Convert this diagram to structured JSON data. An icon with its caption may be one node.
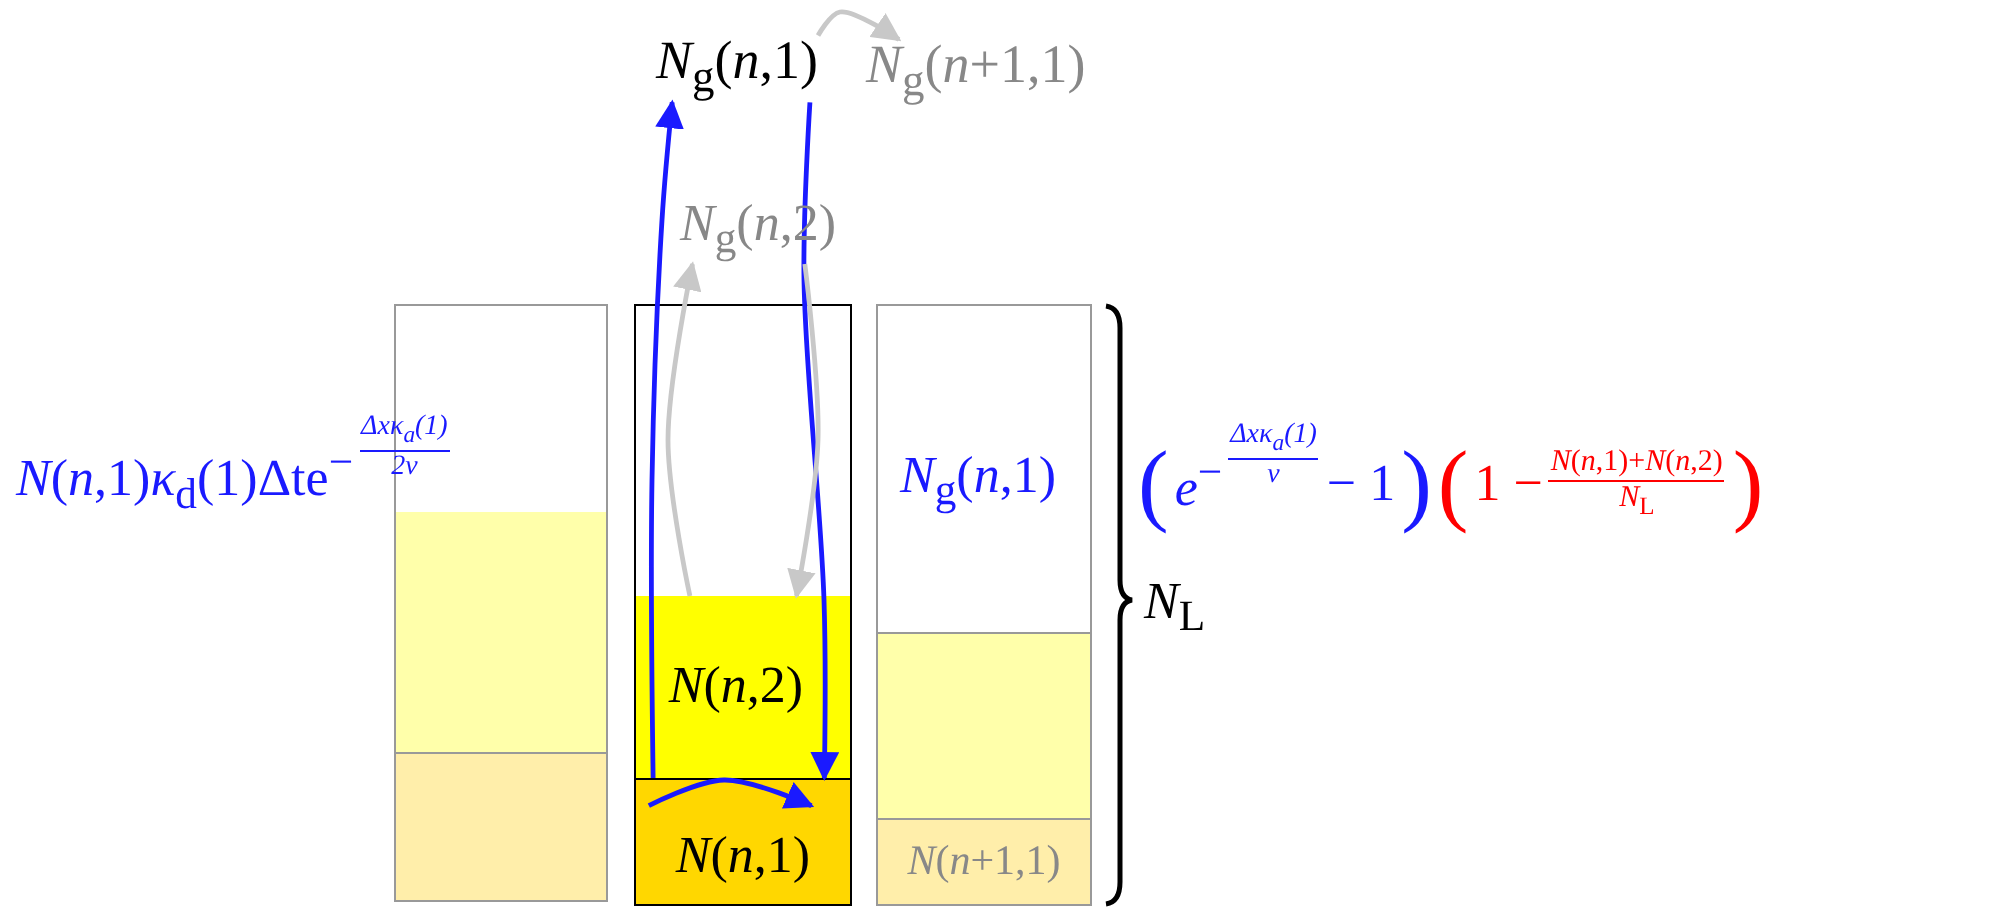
{
  "diagram": {
    "nodes": [
      {
        "text": [
          "*N*$_{g}$(*n*,1)"
        ]
      },
      {
        "text": [
          "*N*$_{g}$(*n*+1,1)"
        ]
      },
      {
        "text": [
          "*N*$_{g}$(*n*,2)"
        ]
      },
      {
        "text": [],
        "shape": "bar"
      },
      {
        "text": [],
        "shape": "bar"
      },
      {
        "text": [
          "*N*(*n*,2)"
        ],
        "in": 4
      },
      {
        "text": [
          "*N*(*n*,1)"
        ],
        "in": 4
      },
      {
        "text": [],
        "shape": "bar"
      },
      {
        "text": [
          "*N*(*n*+1,1)"
        ],
        "in": 7
      }
    ],
    "edges": [
      {
        "from": 6,
        "to": 0,
        "arrow": "to",
        "color": "#1a1aff"
      },
      {
        "from": 0,
        "to": 6,
        "arrow": "to",
        "color": "#1a1aff"
      },
      {
        "from": 6,
        "to": 6,
        "arrow": "to",
        "color": "#1a1aff"
      },
      {
        "from": 0,
        "to": 1,
        "arrow": "to",
        "color": "#c8c8c8"
      },
      {
        "from": 5,
        "to": 2,
        "arrow": "to",
        "color": "#c8c8c8"
      },
      {
        "from": 2,
        "to": 5,
        "arrow": "to",
        "color": "#c8c8c8"
      }
    ],
    "labels": [
      "*N*(*n*,1)*κ*$_{d}$(1)Δte$^{−}$",
      "Δxκ$_{a}$(1)",
      "2v",
      "*N*$_{g}$(*n*,1)",
      "(",
      "*e*$^{−}$",
      "Δxκ$_{a}$(1)",
      "*v*",
      "− 1",
      ")",
      "(",
      "1 −",
      "*N*(*n*,1)+*N*(*n*,2)",
      "*N*$_{L}$",
      ")",
      "*N*$_{L}$"
    ]
  }
}
